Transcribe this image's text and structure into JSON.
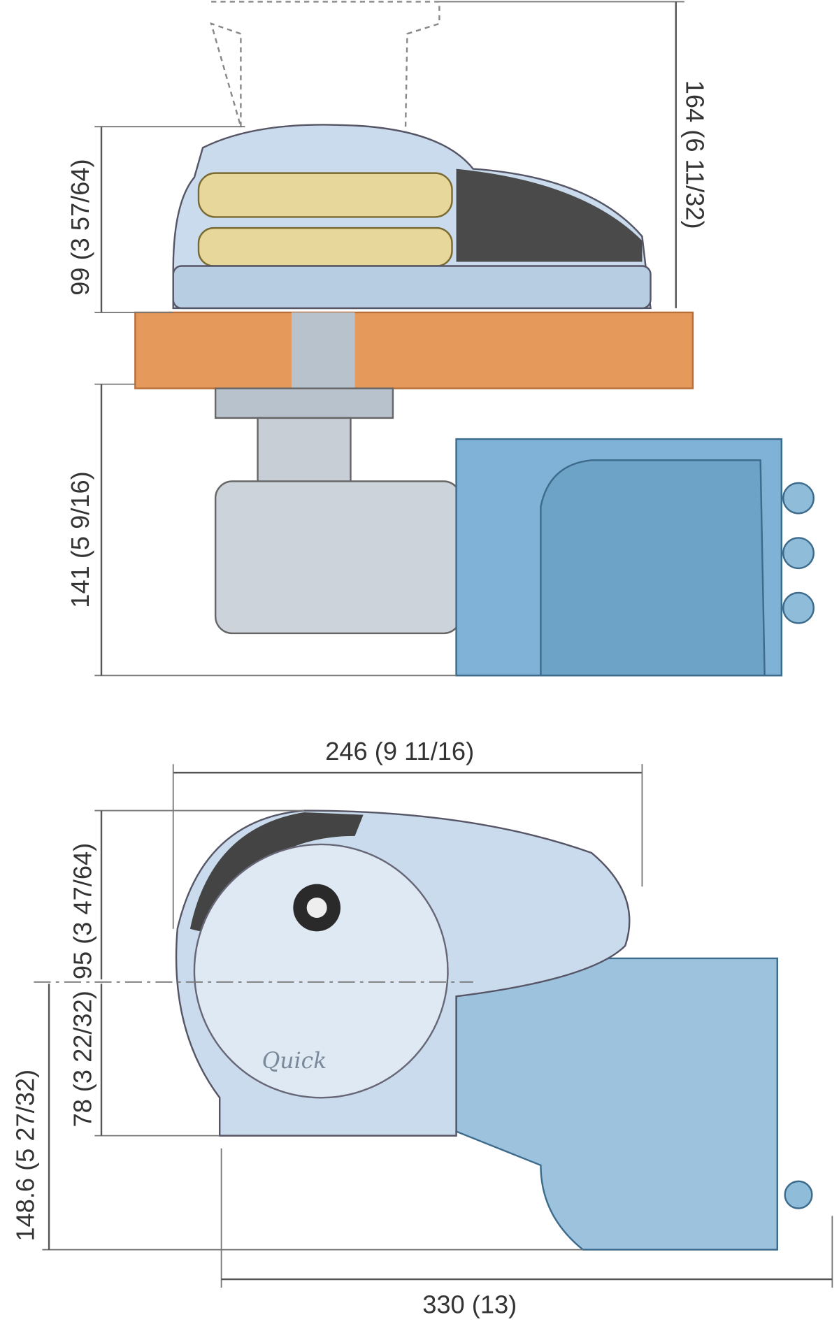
{
  "dimensions": {
    "top_height": "164 (6 11/32)",
    "windlass_above_deck": "99 (3 57/64)",
    "below_deck": "141 (5 9/16)",
    "overall_width": "246 (9 11/16)",
    "upper_to_center": "95 (3 47/64)",
    "center_to_base": "78 (3 22/32)",
    "center_to_bottom": "148.6 (5 27/32)",
    "overall_length": "330 (13)"
  },
  "brand_logo": "Quick",
  "colors": {
    "deck": "#e59a5c",
    "body": "#c9dbec",
    "motor": "#7fb2d6",
    "dark": "#3c3c3c",
    "gypsy": "#e8d79a"
  }
}
